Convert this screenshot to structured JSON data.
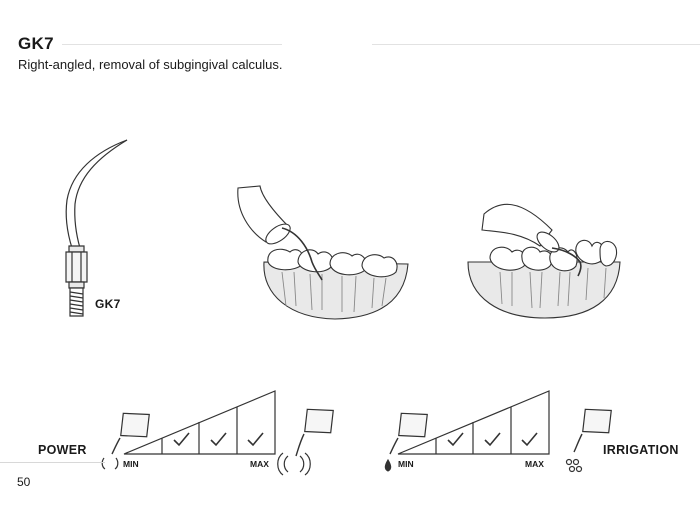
{
  "header": {
    "title": "GK7",
    "subtitle": "Right-angled, removal of subgingival calculus."
  },
  "tip": {
    "label": "GK7"
  },
  "power": {
    "label": "POWER",
    "min_label": "MIN",
    "max_label": "MAX",
    "checked_levels": 3,
    "total_levels": 4
  },
  "irrigation": {
    "label": "IRRIGATION",
    "min_label": "MIN",
    "max_label": "MAX",
    "checked_levels": 3,
    "total_levels": 4
  },
  "footer": {
    "page_number": "50"
  }
}
